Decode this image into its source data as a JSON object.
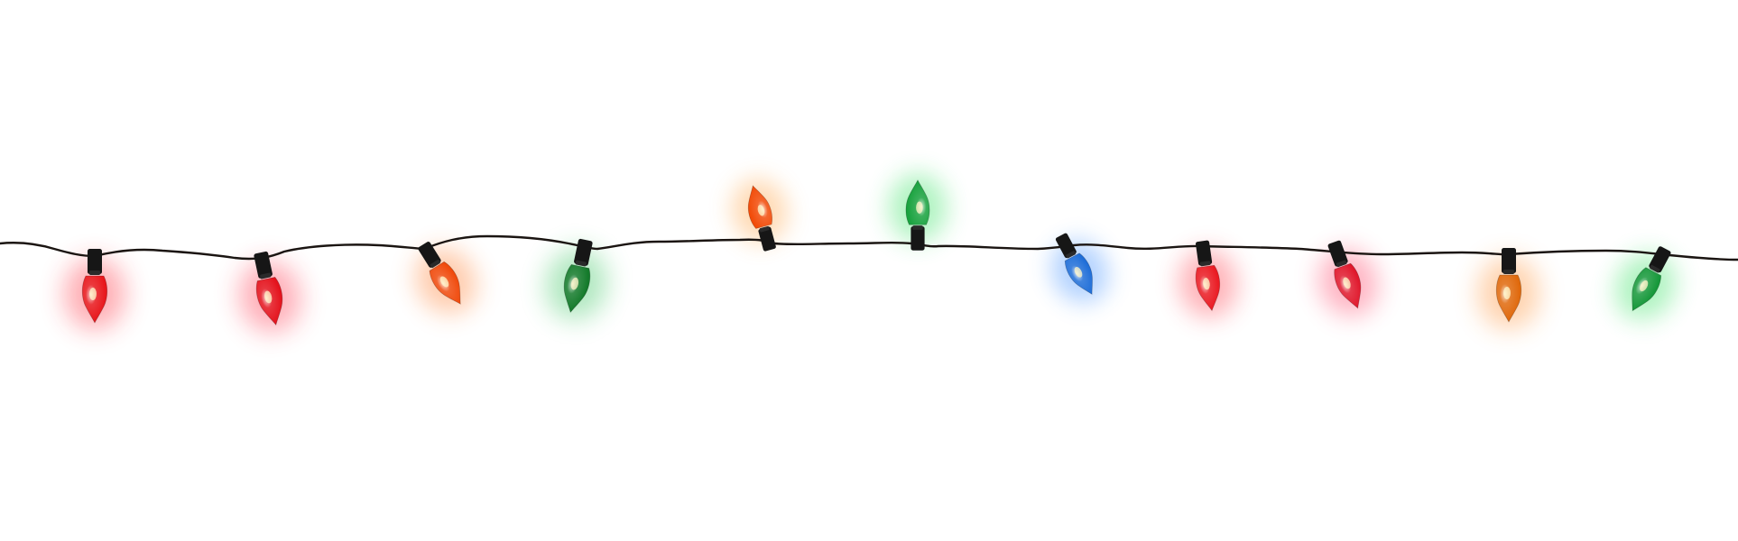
{
  "scene": {
    "background_color": "#ffffff",
    "wire_color": "#1b1512",
    "socket_color": "#161616"
  },
  "bulbs": [
    {
      "name": "bulb-1-red",
      "color": "#e8161b",
      "glow": "#ff2a3a"
    },
    {
      "name": "bulb-2-red",
      "color": "#e4121c",
      "glow": "#ff2d46"
    },
    {
      "name": "bulb-3-orange",
      "color": "#f04a0c",
      "glow": "#ff7a2a"
    },
    {
      "name": "bulb-4-green",
      "color": "#137a2a",
      "glow": "#32c25a"
    },
    {
      "name": "bulb-5-orange",
      "color": "#f24b08",
      "glow": "#ffa040"
    },
    {
      "name": "bulb-6-green",
      "color": "#18a23e",
      "glow": "#2ee05c"
    },
    {
      "name": "bulb-7-blue",
      "color": "#1f6ed8",
      "glow": "#3a8cff"
    },
    {
      "name": "bulb-8-red",
      "color": "#ea1a22",
      "glow": "#ff3a4a"
    },
    {
      "name": "bulb-9-red",
      "color": "#e0182c",
      "glow": "#ff3c64"
    },
    {
      "name": "bulb-10-amber",
      "color": "#e0690c",
      "glow": "#ff8a2a"
    },
    {
      "name": "bulb-11-green",
      "color": "#16983a",
      "glow": "#2ee05c"
    }
  ]
}
